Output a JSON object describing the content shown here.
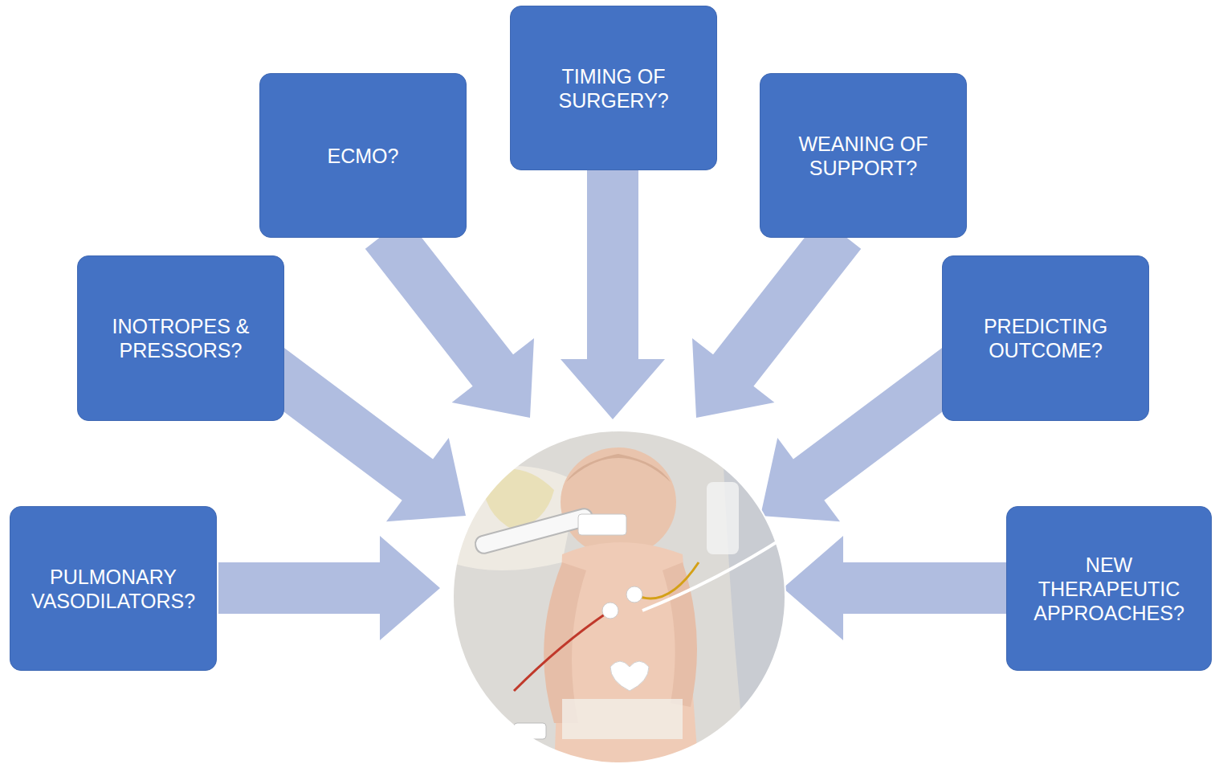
{
  "diagram": {
    "nodes": [
      {
        "text": [
          "PULMONARY VASODILATORS?"
        ]
      },
      {
        "text": [
          "INOTROPES & PRESSORS?"
        ]
      },
      {
        "text": [
          "ECMO?"
        ]
      },
      {
        "text": [
          "TIMING OF SURGERY?"
        ]
      },
      {
        "text": [
          "WEANING OF SUPPORT?"
        ]
      },
      {
        "text": [
          "PREDICTING OUTCOME?"
        ]
      },
      {
        "text": [
          "NEW THERAPEUTIC APPROACHES?"
        ]
      }
    ]
  }
}
